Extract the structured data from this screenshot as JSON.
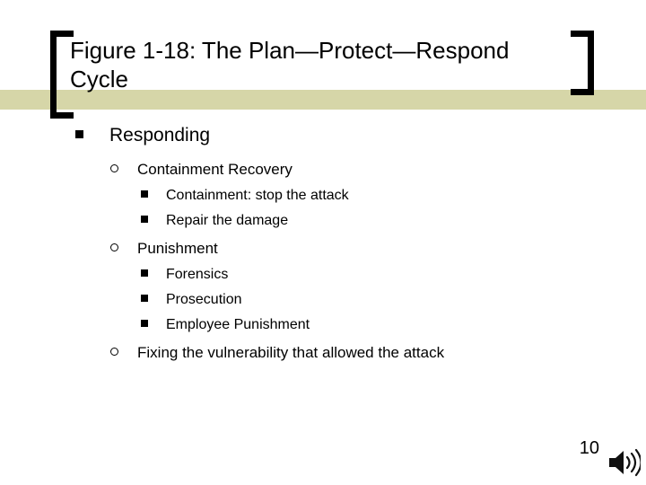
{
  "slide": {
    "title": "Figure 1-18: The Plan—Protect—Respond Cycle",
    "page_number": "10",
    "accent_band_color": "#d6d6a8",
    "bracket_color": "#000000",
    "speaker_icon": "speaker-icon",
    "outline": [
      {
        "level": 1,
        "bullet": "square-bullet",
        "text": "Responding"
      },
      {
        "level": 2,
        "bullet": "circle-bullet",
        "text": "Containment Recovery",
        "children": [
          {
            "level": 3,
            "bullet": "square-bullet",
            "text": "Containment: stop the attack"
          },
          {
            "level": 3,
            "bullet": "square-bullet",
            "text": "Repair the damage"
          }
        ]
      },
      {
        "level": 2,
        "bullet": "circle-bullet",
        "text": "Punishment",
        "children": [
          {
            "level": 3,
            "bullet": "square-bullet",
            "text": "Forensics"
          },
          {
            "level": 3,
            "bullet": "square-bullet",
            "text": "Prosecution"
          },
          {
            "level": 3,
            "bullet": "square-bullet",
            "text": "Employee Punishment"
          }
        ]
      },
      {
        "level": 2,
        "bullet": "circle-bullet",
        "text": "Fixing the vulnerability that allowed the attack",
        "children": []
      }
    ]
  }
}
